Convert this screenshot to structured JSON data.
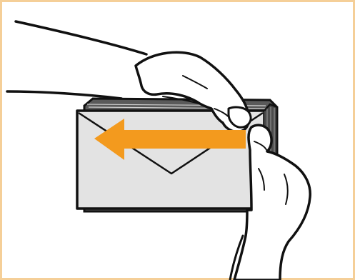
{
  "figure": {
    "kind": "instruction-illustration",
    "subject": "hands-holding-envelope-stack",
    "icons": [
      "hand-icon",
      "envelope-stack-icon",
      "arrow-left-icon"
    ]
  },
  "colors": {
    "frame_border": "#F5CF98",
    "background": "#FFFFFF",
    "envelope_fill": "#E3E3E3",
    "envelope_stack_edge": "#5A5A5A",
    "outline": "#111111",
    "hand_fill": "#FFFFFF",
    "arrow": "#F39A1E"
  },
  "arrow": {
    "direction": "left"
  }
}
